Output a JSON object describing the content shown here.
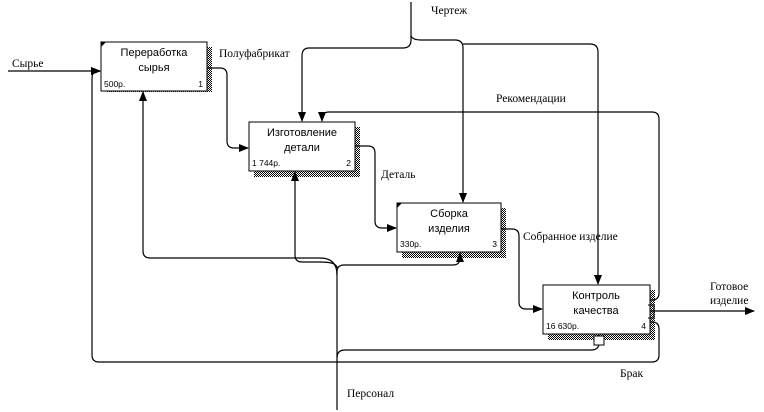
{
  "boxes": [
    {
      "id": "box-1",
      "title_lines": [
        "Переработка",
        "сырья"
      ],
      "cost": "500р.",
      "number": "1"
    },
    {
      "id": "box-2",
      "title_lines": [
        "Изготовление",
        "детали"
      ],
      "cost": "1 744р.",
      "number": "2"
    },
    {
      "id": "box-3",
      "title_lines": [
        "Сборка",
        "изделия"
      ],
      "cost": "330р.",
      "number": "3"
    },
    {
      "id": "box-4",
      "title_lines": [
        "Контроль",
        "качества"
      ],
      "cost": "16 630р.",
      "number": "4"
    }
  ],
  "arrow_labels": {
    "raw_material": "Сырье",
    "drawing": "Чертеж",
    "semi_product": "Полуфабрикат",
    "recommendations": "Рекомендации",
    "part": "Деталь",
    "assembled_product": "Собранное изделие",
    "finished_product_line1": "Готовое",
    "finished_product_line2": "изделие",
    "defect": "Брак",
    "personnel": "Персонал"
  }
}
